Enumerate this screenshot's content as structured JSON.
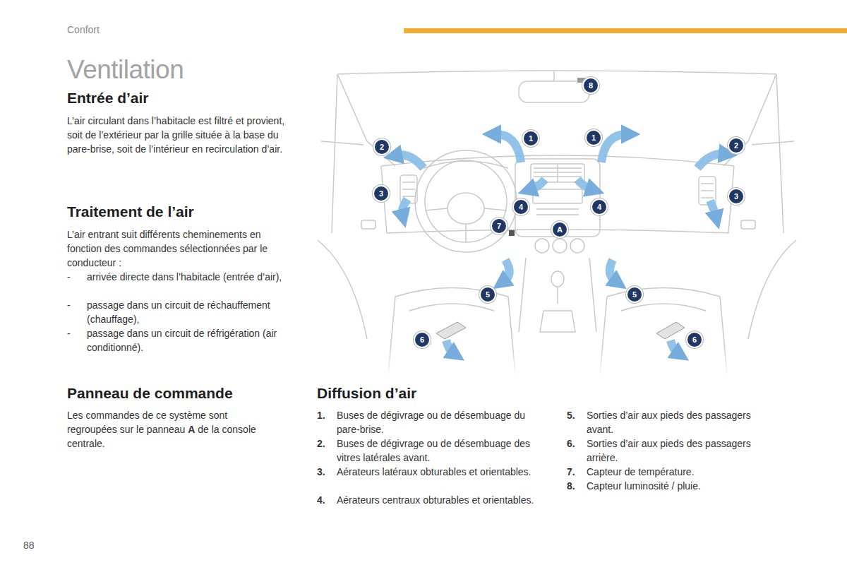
{
  "diagram": {
    "title": "Ventilation",
    "labels": [
      "Confort",
      "Entrée d’air",
      "L’air circulant dans l’habitacle est filtré et provient, soit de l’extérieur par la grille située à la base du pare-brise, soit de l’intérieur en recirculation d’air.",
      "Traitement de l’air",
      "L’air entrant suit différents cheminements en fonction des commandes sélectionnées par le conducteur :",
      "-",
      "arrivée directe dans l’habitacle (entrée d’air),",
      "-",
      "passage dans un circuit de réchauffement (chauffage),",
      "-",
      "passage dans un circuit de réfrigération (air conditionné).",
      "Panneau de commande",
      "Les commandes de ce système sont regroupées sur le panneau",
      "A",
      "de la console centrale.",
      "Diffusion d’air",
      "1.",
      "Buses de dégivrage ou de désembuage du pare-brise.",
      "2.",
      "Buses de dégivrage ou de désembuage des vitres latérales avant.",
      "3.",
      "Aérateurs latéraux obturables et orientables.",
      "4.",
      "Aérateurs centraux obturables et orientables.",
      "5.",
      "Sorties d’air aux pieds des passagers avant.",
      "6.",
      "Sorties d’air aux pieds des passagers arrière.",
      "7.",
      "Capteur de température.",
      "8.",
      "Capteur luminosité / pluie.",
      "8",
      "2",
      "1",
      "1",
      "2",
      "3",
      "3",
      "4",
      "4",
      "7",
      "A",
      "5",
      "5",
      "6",
      "6",
      "88"
    ]
  }
}
